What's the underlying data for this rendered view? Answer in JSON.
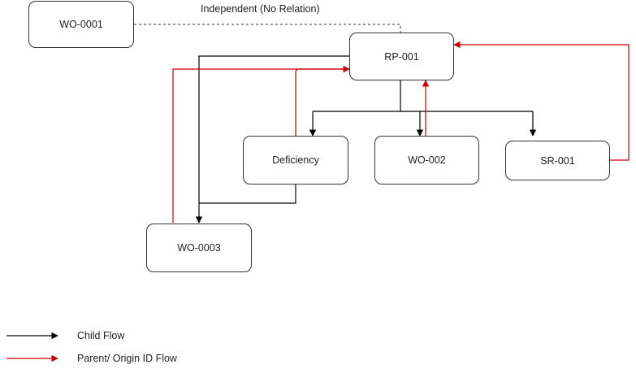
{
  "nodes": {
    "wo_0001": "WO-0001",
    "rp_001": "RP-001",
    "deficiency": "Deficiency",
    "wo_002": "WO-002",
    "sr_001": "SR-001",
    "wo_0003": "WO-0003"
  },
  "relation_label": "Independent (No Relation)",
  "legend": {
    "child_flow": "Child Flow",
    "parent_flow": "Parent/ Origin ID Flow"
  },
  "colors": {
    "child_flow": "#000000",
    "parent_flow": "#cc0000",
    "independent": "#333333"
  }
}
